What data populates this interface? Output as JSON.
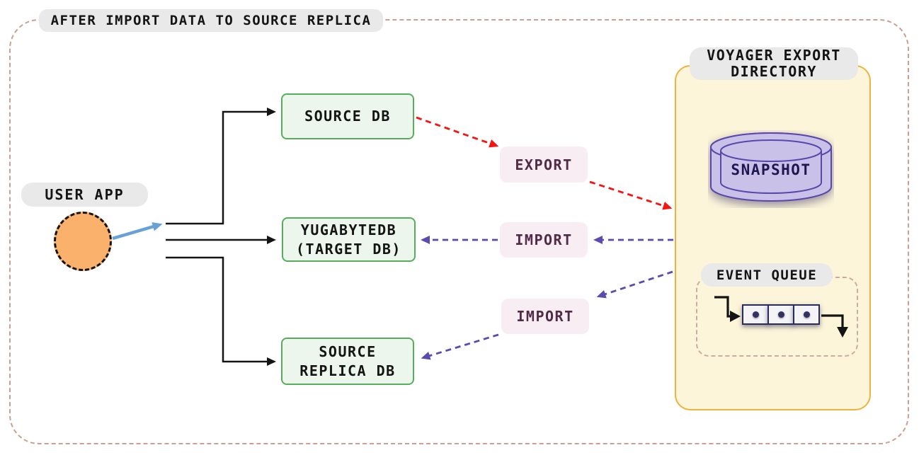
{
  "diagram": {
    "title": "AFTER IMPORT DATA TO SOURCE REPLICA",
    "user_app": {
      "label": "USER APP"
    },
    "nodes": {
      "source_db": {
        "label": "SOURCE DB"
      },
      "target_db": {
        "line1": "YUGABYTEDB",
        "line2": "(TARGET DB)"
      },
      "source_replica_db": {
        "line1": "SOURCE",
        "line2": "REPLICA DB"
      }
    },
    "flows": {
      "export_label": "EXPORT",
      "import_target_label": "IMPORT",
      "import_replica_label": "IMPORT"
    },
    "voyager_panel": {
      "title_line1": "VOYAGER EXPORT",
      "title_line2": "DIRECTORY",
      "snapshot_label": "SNAPSHOT",
      "event_queue_label": "EVENT QUEUE",
      "queue_cell_count": 3
    },
    "colors": {
      "outer_border": "#c9a192",
      "pill_gray": "#e9e9e9",
      "node_green_border": "#56ae5c",
      "node_green_fill": "#edf6ed",
      "badge_pink_fill": "#f7edf3",
      "badge_text": "#512b47",
      "panel_fill": "#fcf5d9",
      "panel_border": "#ecb43e",
      "export_arrow_red": "#f41412",
      "import_arrow_purple": "#5b4bae",
      "user_arrow_blue": "#68a0d8",
      "user_circle_orange": "#f9b16c",
      "cylinder_fill": "#cac1e8",
      "cylinder_stroke": "#5948ac",
      "cylinder_text": "#1e1650",
      "queue_dash": "#cfa9a4",
      "queue_cell_border": "#2a2a5e",
      "line_black": "#141414"
    }
  }
}
